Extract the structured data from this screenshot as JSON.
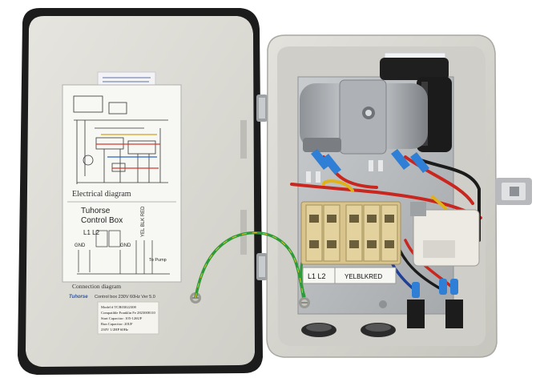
{
  "door_card": {
    "electrical_caption": "Electrical diagram",
    "brand_title_1": "Tuhorse",
    "brand_title_2": "Control Box",
    "line_labels": "L1 L2",
    "gnd_label_1": "GND",
    "gnd_label_2": "GND",
    "wire_codes": "YEL BLK RED",
    "to_pump": "To Pump",
    "connection_caption": "Connection diagram",
    "brand_logo": "Tuhorse",
    "spec_line": "Control box 230V 60Hz Ver 5.0"
  },
  "spec_plate": {
    "lines": [
      "Model # TCB03022308",
      "Compatible Franklin Fe 2823008110",
      "Start Capacitor: 105-126UF",
      "Run Capacitor: 20UF",
      "230V 1/2HP 60Hz"
    ]
  },
  "terminal_strip": {
    "left_labels": "L1 L2",
    "right_labels": "YELBLKRED"
  },
  "colors": {
    "enclosure": "#d9d8d2",
    "gasket": "#1c1c1c",
    "terminal_block": "#d8c48c",
    "ground_wire": "#2f9a3a",
    "connector_blue": "#2f7fd6",
    "wire_red": "#c8261e",
    "wire_yellow": "#e0b21a",
    "backplate": "#b9bcbf"
  }
}
